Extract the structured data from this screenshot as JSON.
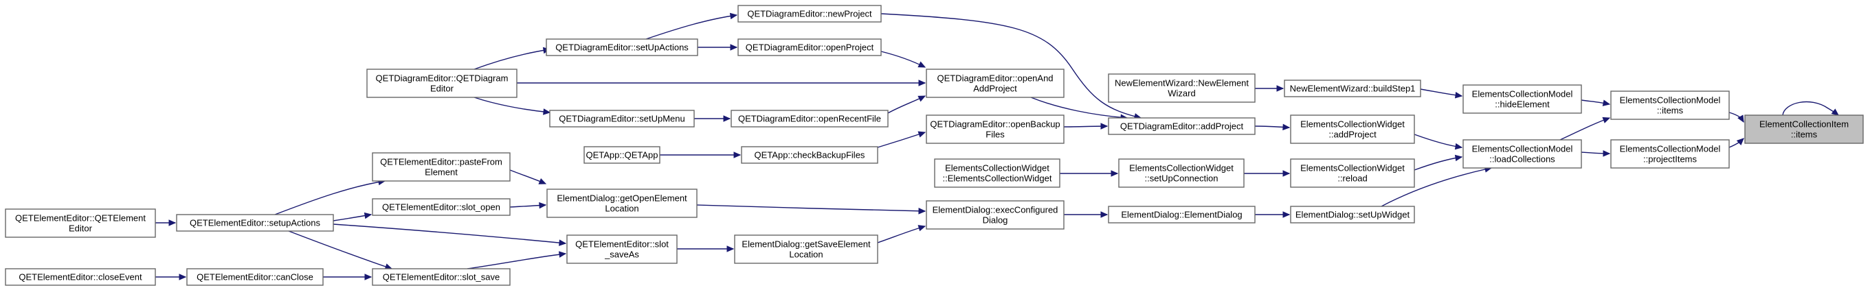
{
  "graph": {
    "nodes": [
      {
        "id": "n_root",
        "lines": [
          "ElementCollectionItem",
          "::items"
        ]
      },
      {
        "id": "n_eci_items",
        "lines": [
          "ElementsCollectionModel",
          "::items"
        ]
      },
      {
        "id": "n_eci_project",
        "lines": [
          "ElementsCollectionModel",
          "::projectItems"
        ]
      },
      {
        "id": "n_hide",
        "lines": [
          "ElementsCollectionModel",
          "::hideElement"
        ]
      },
      {
        "id": "n_load",
        "lines": [
          "ElementsCollectionModel",
          "::loadCollections"
        ]
      },
      {
        "id": "n_build",
        "lines": [
          "NewElementWizard::buildStep1"
        ]
      },
      {
        "id": "n_wiz",
        "lines": [
          "NewElementWizard::NewElement",
          "Wizard"
        ]
      },
      {
        "id": "n_ecw_add",
        "lines": [
          "ElementsCollectionWidget",
          "::addProject"
        ]
      },
      {
        "id": "n_ecw_reload",
        "lines": [
          "ElementsCollectionWidget",
          "::reload"
        ]
      },
      {
        "id": "n_setupw",
        "lines": [
          "ElementDialog::setUpWidget"
        ]
      },
      {
        "id": "n_qet_add",
        "lines": [
          "QETDiagramEditor::addProject"
        ]
      },
      {
        "id": "n_ecw_setup",
        "lines": [
          "ElementsCollectionWidget",
          "::setUpConnection"
        ]
      },
      {
        "id": "n_ed_ctor",
        "lines": [
          "ElementDialog::ElementDialog"
        ]
      },
      {
        "id": "n_ecw_ctor",
        "lines": [
          "ElementsCollectionWidget",
          "::ElementsCollectionWidget"
        ]
      },
      {
        "id": "n_openadd",
        "lines": [
          "QETDiagramEditor::openAnd",
          "AddProject"
        ]
      },
      {
        "id": "n_openbackup",
        "lines": [
          "QETDiagramEditor::openBackup",
          "Files"
        ]
      },
      {
        "id": "n_exec",
        "lines": [
          "ElementDialog::execConfigured",
          "Dialog"
        ]
      },
      {
        "id": "n_newproj",
        "lines": [
          "QETDiagramEditor::newProject"
        ]
      },
      {
        "id": "n_openproj",
        "lines": [
          "QETDiagramEditor::openProject"
        ]
      },
      {
        "id": "n_openrecent",
        "lines": [
          "QETDiagramEditor::openRecentFile"
        ]
      },
      {
        "id": "n_checkbackup",
        "lines": [
          "QETApp::checkBackupFiles"
        ]
      },
      {
        "id": "n_getopen",
        "lines": [
          "ElementDialog::getOpenElement",
          "Location"
        ]
      },
      {
        "id": "n_getsave",
        "lines": [
          "ElementDialog::getSaveElement",
          "Location"
        ]
      },
      {
        "id": "n_setupactions",
        "lines": [
          "QETDiagramEditor::setUpActions"
        ]
      },
      {
        "id": "n_setupmenu",
        "lines": [
          "QETDiagramEditor::setUpMenu"
        ]
      },
      {
        "id": "n_qetapp",
        "lines": [
          "QETApp::QETApp"
        ]
      },
      {
        "id": "n_paste",
        "lines": [
          "QETElementEditor::pasteFrom",
          "Element"
        ]
      },
      {
        "id": "n_slotopen",
        "lines": [
          "QETElementEditor::slot_open"
        ]
      },
      {
        "id": "n_saveas",
        "lines": [
          "QETElementEditor::slot",
          "_saveAs"
        ]
      },
      {
        "id": "n_slotsave",
        "lines": [
          "QETElementEditor::slot_save"
        ]
      },
      {
        "id": "n_qde_ctor",
        "lines": [
          "QETDiagramEditor::QETDiagram",
          "Editor"
        ]
      },
      {
        "id": "n_setupactions2",
        "lines": [
          "QETElementEditor::setupActions"
        ]
      },
      {
        "id": "n_canclose",
        "lines": [
          "QETElementEditor::canClose"
        ]
      },
      {
        "id": "n_qee_ctor",
        "lines": [
          "QETElementEditor::QETElement",
          "Editor"
        ]
      },
      {
        "id": "n_closeevent",
        "lines": [
          "QETElementEditor::closeEvent"
        ]
      }
    ],
    "edges": [
      {
        "from": "n_eci_items",
        "to": "n_root"
      },
      {
        "from": "n_eci_project",
        "to": "n_root"
      },
      {
        "from": "n_root",
        "to": "n_root"
      },
      {
        "from": "n_hide",
        "to": "n_eci_items"
      },
      {
        "from": "n_load",
        "to": "n_eci_items"
      },
      {
        "from": "n_load",
        "to": "n_eci_project"
      },
      {
        "from": "n_build",
        "to": "n_hide"
      },
      {
        "from": "n_wiz",
        "to": "n_build"
      },
      {
        "from": "n_ecw_add",
        "to": "n_load"
      },
      {
        "from": "n_ecw_reload",
        "to": "n_load"
      },
      {
        "from": "n_setupw",
        "to": "n_load"
      },
      {
        "from": "n_qet_add",
        "to": "n_ecw_add"
      },
      {
        "from": "n_ecw_setup",
        "to": "n_ecw_reload"
      },
      {
        "from": "n_ed_ctor",
        "to": "n_setupw"
      },
      {
        "from": "n_ecw_ctor",
        "to": "n_ecw_setup"
      },
      {
        "from": "n_exec",
        "to": "n_ed_ctor"
      },
      {
        "from": "n_openadd",
        "to": "n_qet_add"
      },
      {
        "from": "n_openbackup",
        "to": "n_qet_add"
      },
      {
        "from": "n_newproj",
        "to": "n_qet_add"
      },
      {
        "from": "n_openproj",
        "to": "n_openadd"
      },
      {
        "from": "n_openrecent",
        "to": "n_openadd"
      },
      {
        "from": "n_qde_ctor",
        "to": "n_openadd"
      },
      {
        "from": "n_checkbackup",
        "to": "n_openbackup"
      },
      {
        "from": "n_getopen",
        "to": "n_exec"
      },
      {
        "from": "n_getsave",
        "to": "n_exec"
      },
      {
        "from": "n_setupactions",
        "to": "n_newproj"
      },
      {
        "from": "n_setupactions",
        "to": "n_openproj"
      },
      {
        "from": "n_setupmenu",
        "to": "n_openrecent"
      },
      {
        "from": "n_qde_ctor",
        "to": "n_setupactions"
      },
      {
        "from": "n_qde_ctor",
        "to": "n_setupmenu"
      },
      {
        "from": "n_qetapp",
        "to": "n_checkbackup"
      },
      {
        "from": "n_paste",
        "to": "n_getopen"
      },
      {
        "from": "n_slotopen",
        "to": "n_getopen"
      },
      {
        "from": "n_saveas",
        "to": "n_getsave"
      },
      {
        "from": "n_slotsave",
        "to": "n_saveas"
      },
      {
        "from": "n_setupactions2",
        "to": "n_paste"
      },
      {
        "from": "n_setupactions2",
        "to": "n_slotopen"
      },
      {
        "from": "n_setupactions2",
        "to": "n_saveas"
      },
      {
        "from": "n_setupactions2",
        "to": "n_slotsave"
      },
      {
        "from": "n_qee_ctor",
        "to": "n_setupactions2"
      },
      {
        "from": "n_canclose",
        "to": "n_slotsave"
      },
      {
        "from": "n_closeevent",
        "to": "n_canclose"
      }
    ]
  }
}
